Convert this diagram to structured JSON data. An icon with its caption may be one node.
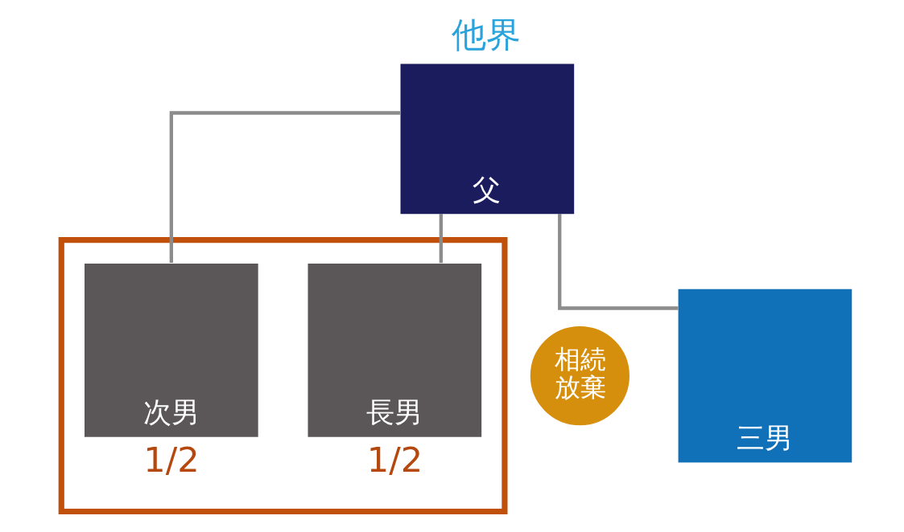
{
  "diagram": {
    "nodes": [
      {
        "text": [
          "父"
        ],
        "beside": [
          "他界"
        ]
      },
      {
        "text": [],
        "shape": "box"
      },
      {
        "text": [
          "長男"
        ],
        "in": 1,
        "beside": [
          "1/2"
        ]
      },
      {
        "text": [
          "次男"
        ],
        "in": 1,
        "beside": [
          "1/2"
        ]
      },
      {
        "text": [
          "三男"
        ]
      },
      {
        "text": [
          "相続放棄"
        ]
      }
    ],
    "edges": [
      {
        "from": 0,
        "to": 2,
        "arrow": "none"
      },
      {
        "from": 0,
        "to": 3,
        "arrow": "none"
      },
      {
        "from": 0,
        "to": 4,
        "arrow": "none"
      }
    ]
  }
}
